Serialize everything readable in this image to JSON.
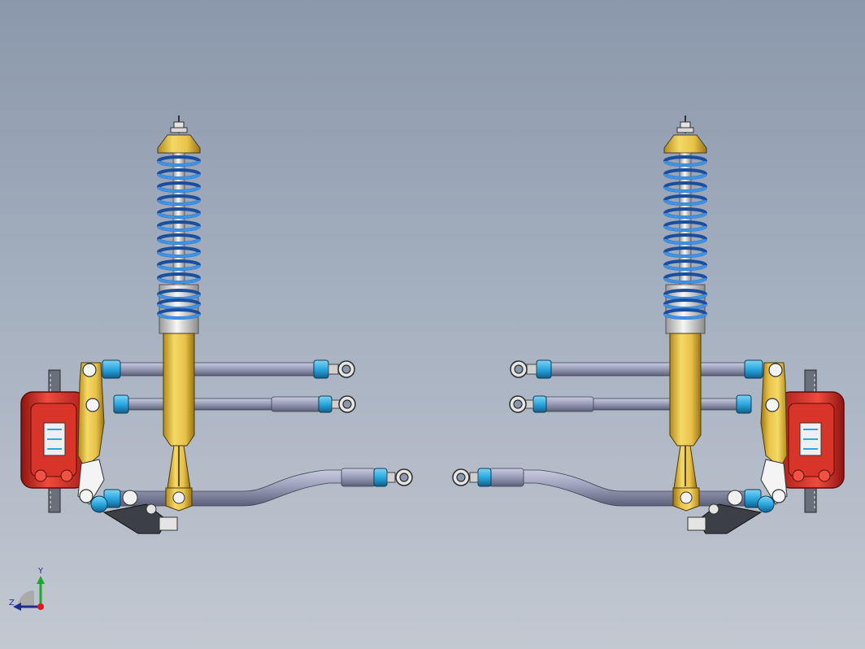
{
  "viewport": {
    "background_top": "#8b98ab",
    "background_bottom": "#c3c8d1"
  },
  "scene": {
    "assembly": "suspension-assembly",
    "colors": {
      "spring": "#2a7fd6",
      "spring_dark": "#1a4e9c",
      "damper_body": "#e8c24a",
      "damper_shadow": "#b38a1c",
      "rod_chrome": "#e2e2e2",
      "link_arm": "#9b9fb8",
      "link_arm_dark": "#5c6078",
      "rod_end_fitting": "#2aa8e0",
      "caliper": "#e23a30",
      "caliper_dark": "#8e1410",
      "knuckle": "#e8c24a",
      "disc": "#555a66",
      "boot": "#3c3f46"
    }
  },
  "triad": {
    "x_label": "",
    "y_label": "Y",
    "z_label": "Z",
    "y_color": "#1aa830",
    "z_color": "#1c2e8c",
    "origin_color": "#e0161b"
  }
}
